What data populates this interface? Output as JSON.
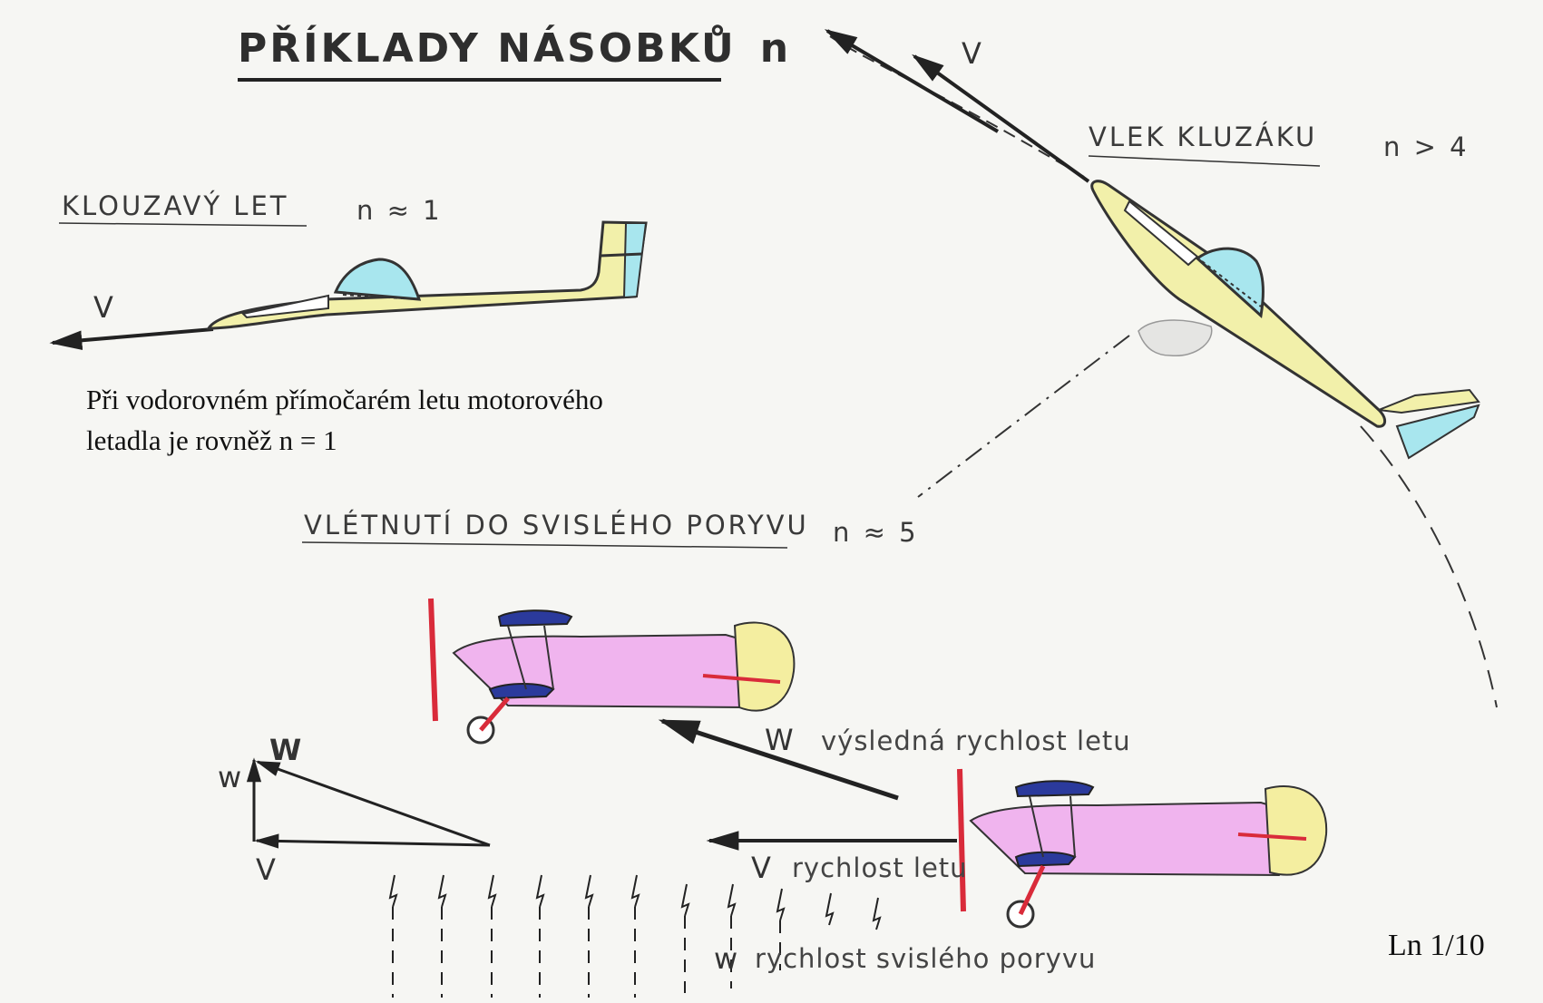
{
  "title": {
    "text": "PŘÍKLADY NÁSOBKŮ",
    "symbol": "n"
  },
  "glide": {
    "label": "KLOUZAVÝ LET",
    "value": "n ≈ 1",
    "velocity": "V"
  },
  "note": {
    "line1": "Při vodorovném přímočarém letu motorového",
    "line2": "letadla je rovněž n = 1"
  },
  "tow": {
    "label": "VLEK KLUZÁKU",
    "value": "n > 4",
    "velocity": "V"
  },
  "gust": {
    "label": "VLÉTNUTÍ DO SVISLÉHO PORYVU",
    "value": "n ≈ 5",
    "resultant_symbol": "W",
    "resultant_caption": "výsledná rychlost letu",
    "speed_symbol": "V",
    "speed_caption": "rychlost letu",
    "gust_symbol": "w",
    "gust_caption": "rychlost svislého poryvu"
  },
  "triangle": {
    "W": "W",
    "w": "w",
    "V": "V"
  },
  "page_ref": "Ln 1/10",
  "colors": {
    "glider_body": "#f2f0aa",
    "canopy": "#a8e6ee",
    "biplane_fuselage": "#f0b4ee",
    "biplane_wing": "#2b3a9c",
    "biplane_red": "#d92b3a",
    "rudder": "#f4eea0"
  }
}
